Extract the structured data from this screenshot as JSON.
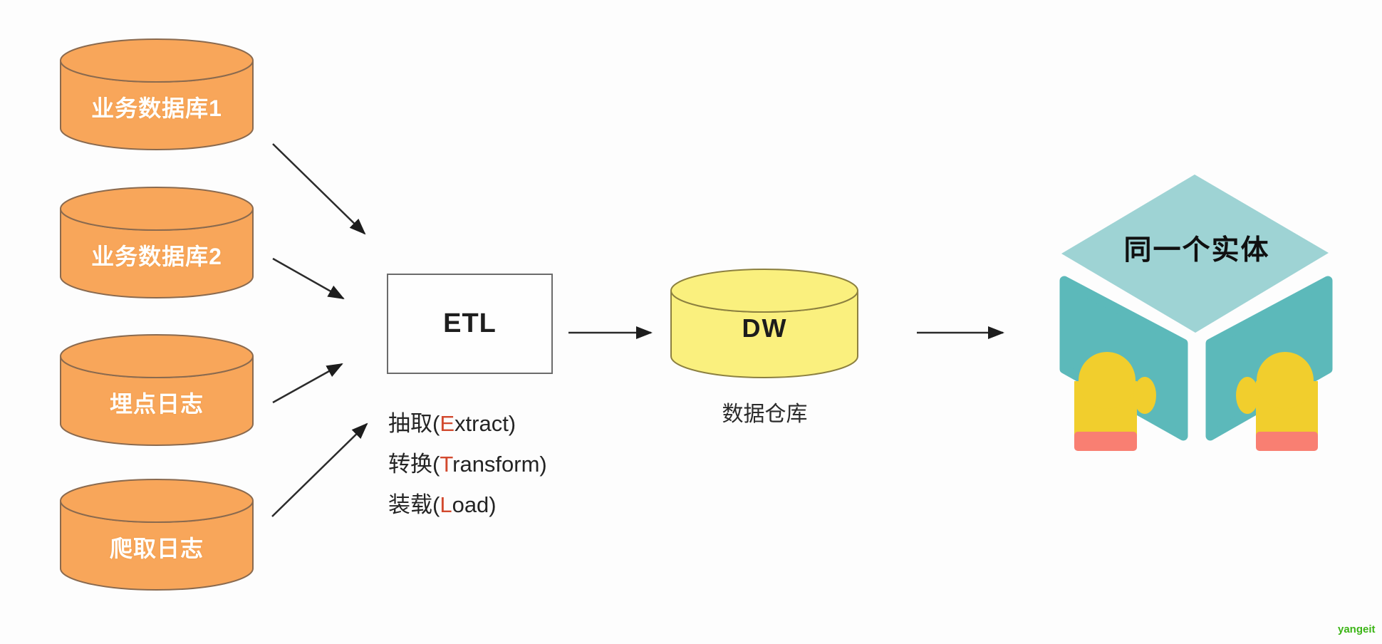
{
  "diagram": {
    "sources": [
      {
        "label": "业务数据库1"
      },
      {
        "label": "业务数据库2"
      },
      {
        "label": "埋点日志"
      },
      {
        "label": "爬取日志"
      }
    ],
    "etl": {
      "box_label": "ETL",
      "steps": [
        {
          "pre": "抽取(",
          "highlight": "E",
          "post": "xtract)"
        },
        {
          "pre": "转换(",
          "highlight": "T",
          "post": "ransform)"
        },
        {
          "pre": "装载(",
          "highlight": "L",
          "post": "oad)"
        }
      ]
    },
    "warehouse": {
      "label": "DW",
      "caption": "数据仓库"
    },
    "entity": {
      "label": "同一个实体",
      "icon": "box-held-by-hands-icon"
    }
  },
  "watermark": "yangeit",
  "colors": {
    "source_cylinder": "#F8A65A",
    "source_stroke": "#8a6a4f",
    "warehouse_cylinder": "#FAF07E",
    "warehouse_stroke": "#8c8040",
    "entity_top": "#9ED3D4",
    "entity_side": "#5CB9BA",
    "hand_yellow": "#F1CE2D",
    "cuff_pink": "#F97F72",
    "etl_highlight": "#D2492E",
    "watermark_green": "#3CB516",
    "arrow": "#2b2b2b"
  }
}
